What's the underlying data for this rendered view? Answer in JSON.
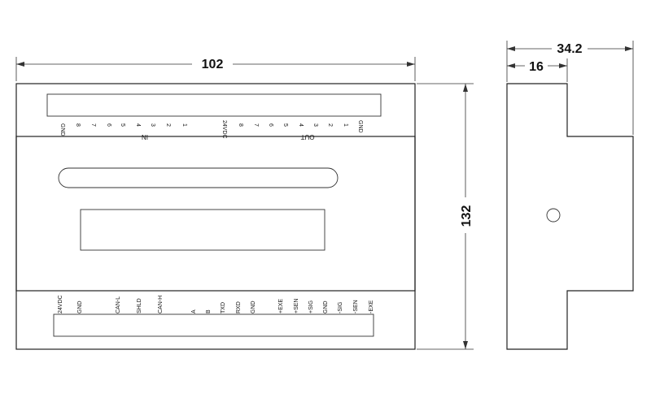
{
  "dimensions": {
    "width": "102",
    "height": "132",
    "depth": "34.2",
    "depth_partial": "16"
  },
  "top_terminals": {
    "in_pins": [
      "GND",
      "8",
      "7",
      "6",
      "5",
      "4",
      "3",
      "2",
      "1"
    ],
    "in_group_label": "IN",
    "out_pins": [
      "24VDC",
      "8",
      "7",
      "6",
      "5",
      "4",
      "3",
      "2",
      "1",
      "GND"
    ],
    "out_group_label": "OUT"
  },
  "bottom_terminals": {
    "pins": [
      "24VDC",
      "GND",
      "CAN-L",
      "SHLD",
      "CAN-H",
      "A",
      "B",
      "TXD",
      "RXD",
      "GND",
      "+EXE",
      "+SEN",
      "+SIG",
      "GND",
      "-SIG",
      "-SEN",
      "-EXE"
    ]
  }
}
